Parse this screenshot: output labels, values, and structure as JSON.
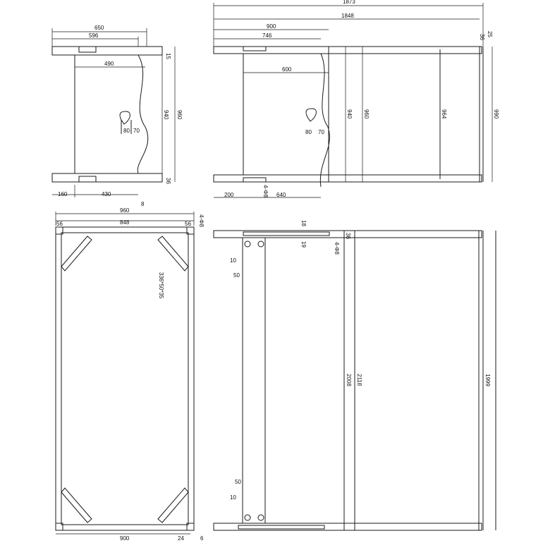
{
  "view_top_left": {
    "dims": {
      "w650": "650",
      "w596": "596",
      "w490": "490",
      "h940": "940",
      "h960": "960",
      "t15": "15",
      "b36": "36",
      "d80": "80",
      "d70": "70",
      "d160": "160",
      "d430": "430",
      "d8": "8"
    }
  },
  "view_top_right": {
    "dims": {
      "w1873": "1873",
      "w1848": "1848",
      "w900": "900",
      "w746": "746",
      "w600": "600",
      "h940": "940",
      "h960": "960",
      "h964": "964",
      "h990": "990",
      "d80": "80",
      "d70": "70",
      "d200": "200",
      "d640": "640",
      "d25": "4-Φ8",
      "d36": "36",
      "d25b": "25"
    }
  },
  "view_bottom_left": {
    "dims": {
      "w960": "960",
      "w848": "848",
      "d56a": "56",
      "d56b": "56",
      "profile": "336*50*35",
      "w900": "900",
      "d24": "24",
      "d6": "6",
      "holes": "4-Φ8"
    }
  },
  "view_bottom_right": {
    "dims": {
      "d10a": "10",
      "d50a": "50",
      "d10b": "10",
      "d50b": "50",
      "h2008": "2008",
      "h2118": "2118",
      "h1999": "1999",
      "d18": "18",
      "d19": "19",
      "holes": "4-Φ8",
      "d36": "36"
    }
  }
}
